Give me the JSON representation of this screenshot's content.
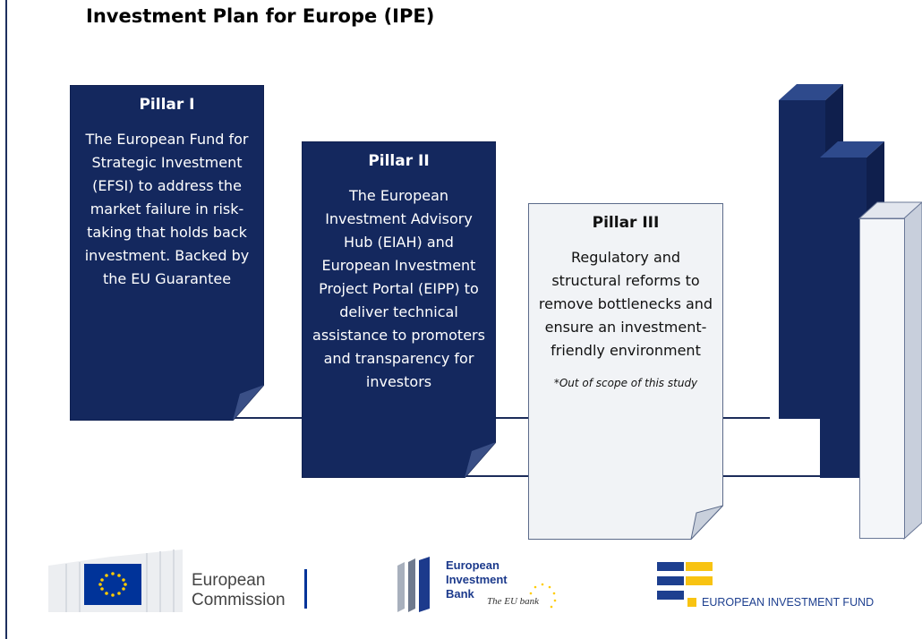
{
  "title": "Investment Plan for Europe (IPE)",
  "pillars": [
    {
      "title": "Pillar I",
      "body": "The European Fund for Strategic Investment (EFSI) to address the market failure in risk-taking that holds back investment. Backed by the EU Guarantee"
    },
    {
      "title": "Pillar II",
      "body": "The European Investment Advisory Hub (EIAH) and European Investment Project Portal (EIPP) to deliver technical assistance to promoters and transparency for investors"
    },
    {
      "title": "Pillar III",
      "body": "Regulatory and structural reforms to remove bottlenecks and ensure an investment-friendly environment",
      "note_mark": "*",
      "note": "Out of scope of this study"
    }
  ],
  "logos": {
    "commission": {
      "line1": "European",
      "line2": "Commission"
    },
    "eib": {
      "line1": "European",
      "line2": "Investment",
      "line3": "Bank",
      "tagline": "The EU bank"
    },
    "eif": {
      "text": "EUROPEAN INVESTMENT FUND"
    }
  },
  "colors": {
    "navy": "#14285e",
    "light_pillar": "#f1f3f6",
    "eu_blue": "#003399",
    "eu_yellow": "#ffcc00",
    "eif_yellow": "#f8c312"
  }
}
